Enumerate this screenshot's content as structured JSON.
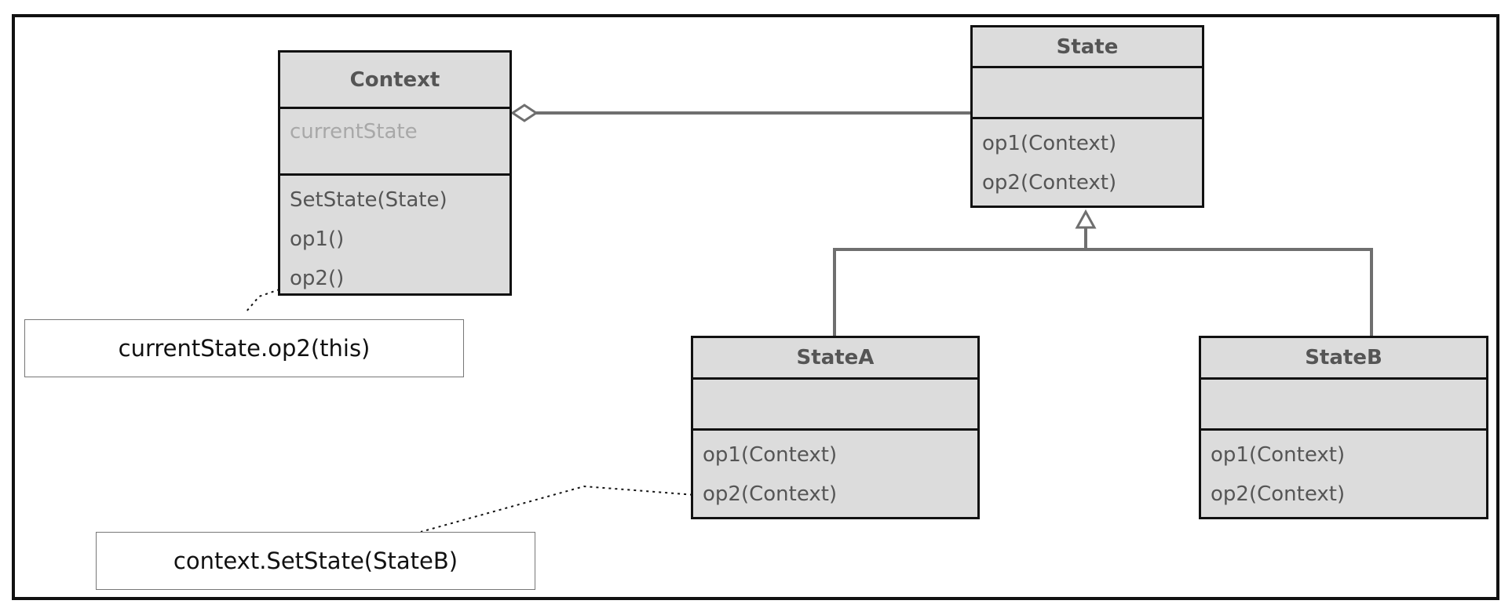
{
  "classes": {
    "context": {
      "name": "Context",
      "attributes": [
        "currentState"
      ],
      "operations": [
        "SetState(State)",
        "op1()",
        "op2()"
      ]
    },
    "state": {
      "name": "State",
      "attributes": [],
      "operations": [
        "op1(Context)",
        "op2(Context)"
      ]
    },
    "state_a": {
      "name": "StateA",
      "attributes": [],
      "operations": [
        "op1(Context)",
        "op2(Context)"
      ]
    },
    "state_b": {
      "name": "StateB",
      "attributes": [],
      "operations": [
        "op1(Context)",
        "op2(Context)"
      ]
    }
  },
  "notes": {
    "context_op2": "currentState.op2(this)",
    "state_a_op2": "context.SetState(StateB)"
  },
  "relationships": [
    {
      "type": "aggregation",
      "from": "Context",
      "to": "State"
    },
    {
      "type": "generalization",
      "from": "StateA",
      "to": "State"
    },
    {
      "type": "generalization",
      "from": "StateB",
      "to": "State"
    }
  ],
  "colors": {
    "class_fill": "#dcdcdc",
    "class_text": "#555555",
    "attribute_text": "#a8a8a8",
    "connector": "#6f6f6f",
    "border": "#111111"
  }
}
